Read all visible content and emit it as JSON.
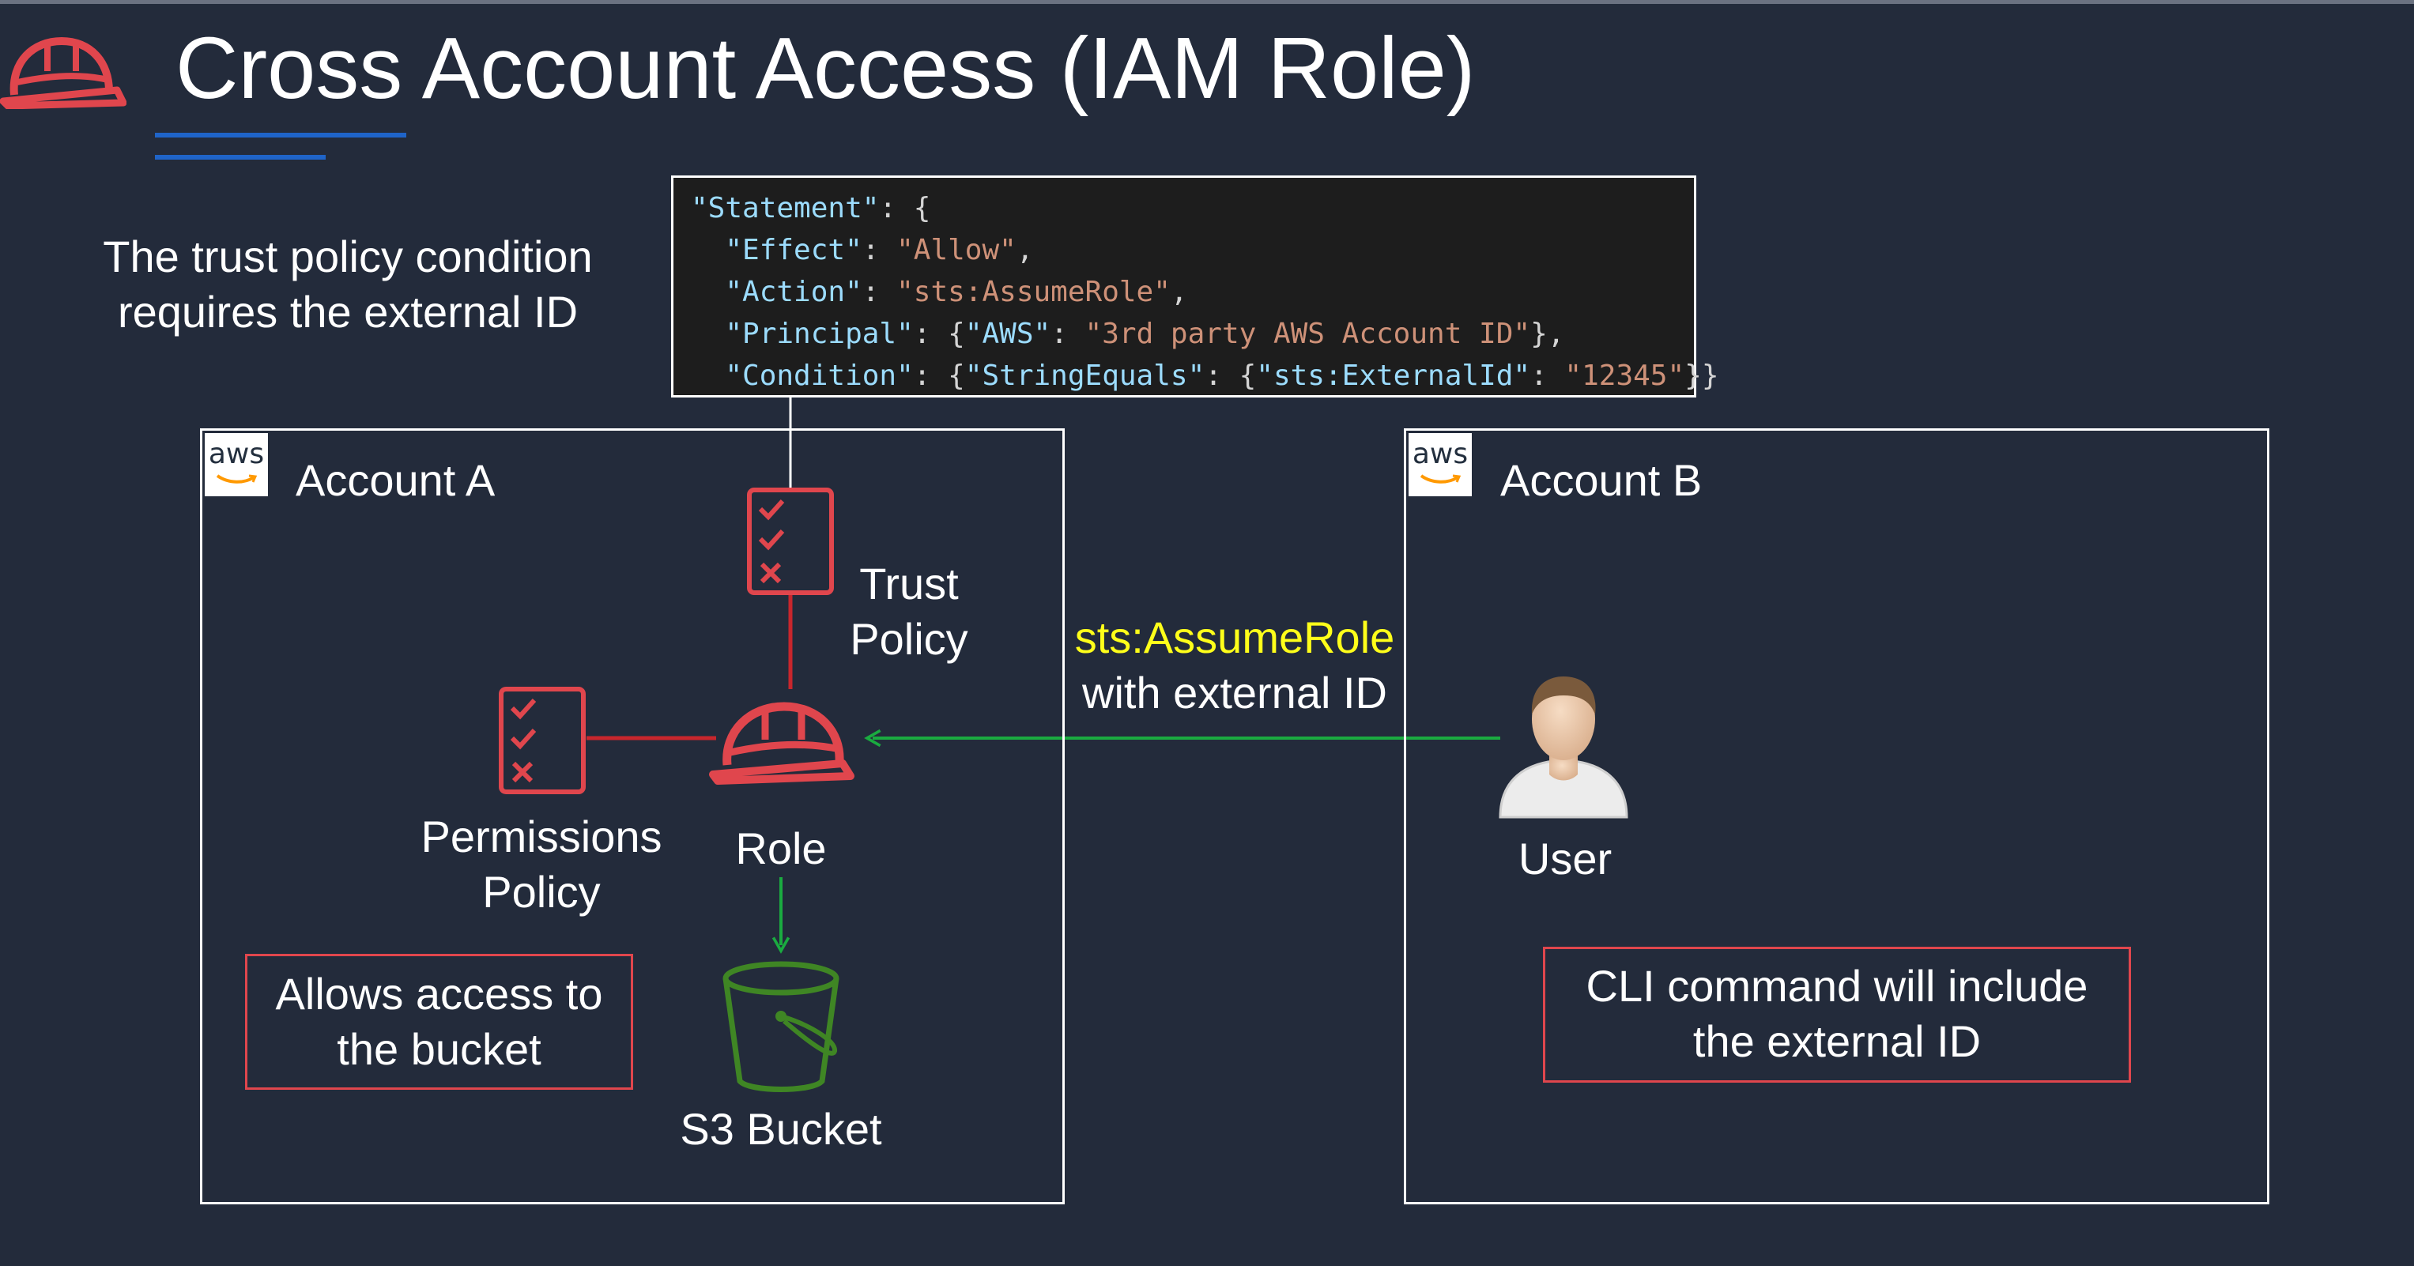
{
  "title": "Cross Account Access (IAM Role)",
  "trust_note": {
    "line1": "The trust policy condition",
    "line2": "requires the external ID"
  },
  "policy_code": {
    "statement_key": "\"Statement\"",
    "effect_key": "\"Effect\"",
    "effect_val": "\"Allow\"",
    "action_key": "\"Action\"",
    "action_val": "\"sts:AssumeRole\"",
    "principal_key": "\"Principal\"",
    "principal_aws_key": "\"AWS\"",
    "principal_val": "\"3rd party AWS Account ID\"",
    "condition_key": "\"Condition\"",
    "condition_op_key": "\"StringEquals\"",
    "condition_field_key": "\"sts:ExternalId\"",
    "condition_val": "\"12345\""
  },
  "account_a": {
    "label": "Account A",
    "logo_text": "aws",
    "trust_policy": {
      "line1": "Trust",
      "line2": "Policy"
    },
    "permissions_policy": {
      "line1": "Permissions",
      "line2": "Policy"
    },
    "role_label": "Role",
    "bucket_label": "S3 Bucket",
    "access_note": {
      "line1": "Allows access to",
      "line2": "the bucket"
    }
  },
  "account_b": {
    "label": "Account B",
    "logo_text": "aws",
    "user_label": "User",
    "cli_note": {
      "line1": "CLI command will include",
      "line2": "the external ID"
    }
  },
  "assume_role": {
    "action": "sts:AssumeRole",
    "detail": "with external ID"
  },
  "colors": {
    "background": "#232b3b",
    "iam_red": "#e0464d",
    "arrow_green": "#1aab40",
    "bucket_green": "#3f8624",
    "highlight_yellow": "#ffff1a",
    "title_underline": "#1f64c8"
  },
  "icons": [
    "iam-helmet-icon",
    "aws-logo-icon",
    "policy-checklist-icon",
    "s3-bucket-icon",
    "user-avatar-icon"
  ]
}
